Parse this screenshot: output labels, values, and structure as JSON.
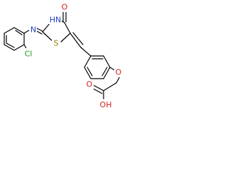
{
  "structure": {
    "atom_labels": {
      "cl": "Cl",
      "imine_n": "N",
      "nh": "HN",
      "carbonyl_o": "O",
      "ring_s": "S",
      "ether_o": "O",
      "acid_o": "O",
      "acid_oh": "OH"
    },
    "colors": {
      "chlorine": "#1a9a1a",
      "nitrogen": "#1a3fc0",
      "oxygen": "#d42020",
      "sulfur": "#a08000",
      "bond": "#000000"
    }
  }
}
